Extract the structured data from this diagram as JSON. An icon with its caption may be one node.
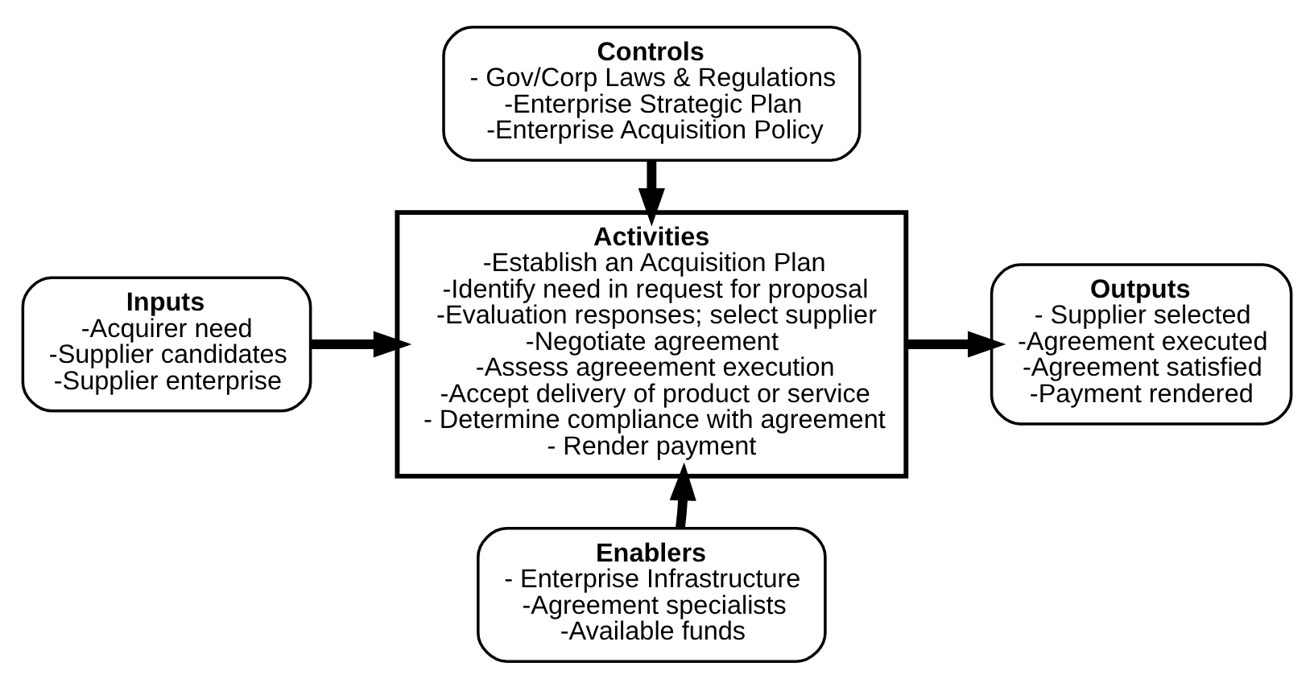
{
  "diagram": {
    "nodes": [
      {
        "text": [
          "Controls",
          "- Gov/Corp Laws & Regulations",
          "-Enterprise Strategic Plan",
          "-Enterprise Acquisition Policy"
        ]
      },
      {
        "text": [
          "Inputs",
          "-Acquirer need",
          "-Supplier candidates",
          "-Supplier enterprise"
        ]
      },
      {
        "text": [
          "Activities",
          "-Establish an Acquisition Plan",
          "-Identify need in request for proposal",
          "-Evaluation responses; select supplier",
          "-Negotiate agreement",
          "-Assess agreeement execution",
          "-Accept delivery of product or service",
          "- Determine compliance with agreement",
          "- Render payment"
        ]
      },
      {
        "text": [
          "Outputs",
          "- Supplier selected",
          "-Agreement executed",
          "-Agreement satisfied",
          "-Payment rendered"
        ]
      },
      {
        "text": [
          "Enablers",
          "- Enterprise Infrastructure",
          "-Agreement specialists",
          "-Available funds"
        ]
      }
    ],
    "edges": [
      {
        "from": 0,
        "to": 2,
        "arrow": "to"
      },
      {
        "from": 1,
        "to": 2,
        "arrow": "to"
      },
      {
        "from": 2,
        "to": 3,
        "arrow": "to"
      },
      {
        "from": 4,
        "to": 2,
        "arrow": "to"
      }
    ]
  }
}
